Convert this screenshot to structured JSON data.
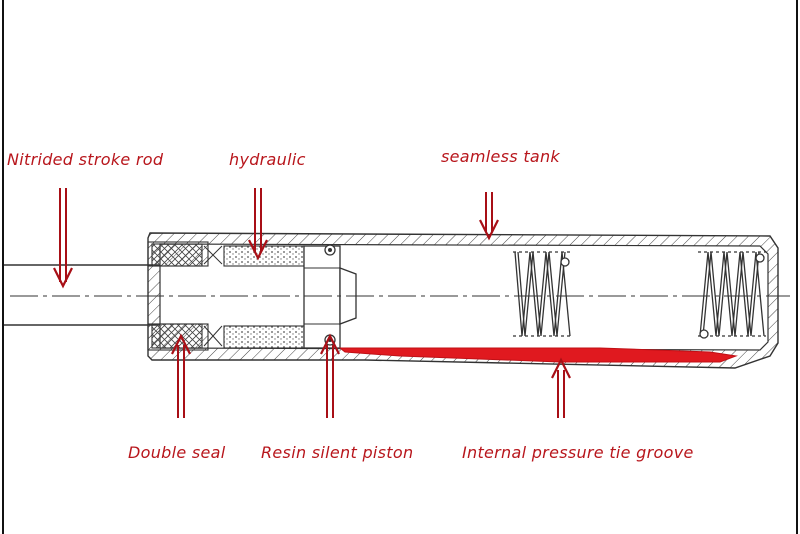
{
  "labels": {
    "nitrided_stroke_rod": "Nitrided stroke rod",
    "hydraulic": "hydraulic",
    "seamless_tank": "seamless tank",
    "double_seal": "Double seal",
    "resin_silent_piston": "Resin silent piston",
    "internal_pressure_tie_groove": "Internal pressure tie groove"
  },
  "colors": {
    "label": "#b8161c",
    "arrow": "#a80f16",
    "groove": "#e0191f",
    "line": "#333333"
  }
}
